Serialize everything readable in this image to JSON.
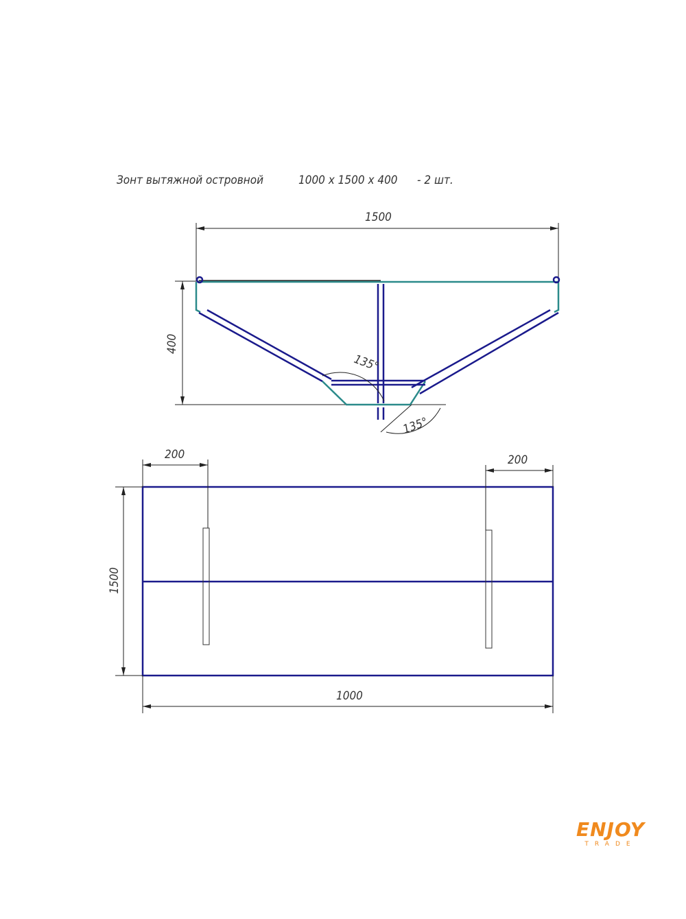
{
  "title": {
    "name": "Зонт вытяжной островной",
    "size": "1000 x 1500 x 400",
    "qty": "- 2 шт."
  },
  "side_view": {
    "width_dim": "1500",
    "height_dim": "400",
    "angle_upper": "135°",
    "angle_lower": "135°"
  },
  "plan_view": {
    "left_offset": "200",
    "right_offset": "200",
    "length_dim": "1500",
    "width_dim": "1000"
  },
  "logo": {
    "main": "ENJOY",
    "sub": "TRADE"
  },
  "colors": {
    "frame": "#1a1a8c",
    "edge": "#2a8a8a",
    "brand": "#f08a1e"
  }
}
